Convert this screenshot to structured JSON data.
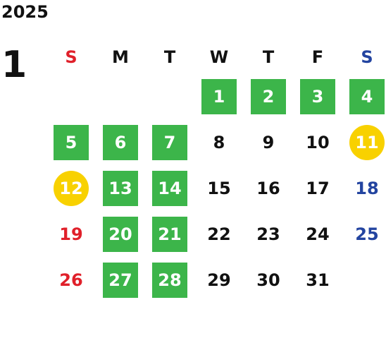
{
  "year": "2025",
  "month": "1",
  "colors": {
    "sunday": "#e0202a",
    "saturday": "#2344a0",
    "weekday": "#111111",
    "green_day_bg": "#3cb54a",
    "holiday_bg": "#f8d100",
    "marked_text": "#ffffff"
  },
  "weekdays": [
    {
      "label": "S",
      "kind": "sunday"
    },
    {
      "label": "M",
      "kind": "weekday"
    },
    {
      "label": "T",
      "kind": "weekday"
    },
    {
      "label": "W",
      "kind": "weekday"
    },
    {
      "label": "T",
      "kind": "weekday"
    },
    {
      "label": "F",
      "kind": "weekday"
    },
    {
      "label": "S",
      "kind": "saturday"
    }
  ],
  "weeks": [
    [
      {
        "n": "",
        "kind": "empty"
      },
      {
        "n": "",
        "kind": "empty"
      },
      {
        "n": "",
        "kind": "empty"
      },
      {
        "n": "1",
        "kind": "green"
      },
      {
        "n": "2",
        "kind": "green"
      },
      {
        "n": "3",
        "kind": "green"
      },
      {
        "n": "4",
        "kind": "green"
      }
    ],
    [
      {
        "n": "5",
        "kind": "green"
      },
      {
        "n": "6",
        "kind": "green"
      },
      {
        "n": "7",
        "kind": "green"
      },
      {
        "n": "8",
        "kind": "weekday"
      },
      {
        "n": "9",
        "kind": "weekday"
      },
      {
        "n": "10",
        "kind": "weekday"
      },
      {
        "n": "11",
        "kind": "yellow"
      }
    ],
    [
      {
        "n": "12",
        "kind": "yellow"
      },
      {
        "n": "13",
        "kind": "green"
      },
      {
        "n": "14",
        "kind": "green"
      },
      {
        "n": "15",
        "kind": "weekday"
      },
      {
        "n": "16",
        "kind": "weekday"
      },
      {
        "n": "17",
        "kind": "weekday"
      },
      {
        "n": "18",
        "kind": "saturday"
      }
    ],
    [
      {
        "n": "19",
        "kind": "sunday"
      },
      {
        "n": "20",
        "kind": "green"
      },
      {
        "n": "21",
        "kind": "green"
      },
      {
        "n": "22",
        "kind": "weekday"
      },
      {
        "n": "23",
        "kind": "weekday"
      },
      {
        "n": "24",
        "kind": "weekday"
      },
      {
        "n": "25",
        "kind": "saturday"
      }
    ],
    [
      {
        "n": "26",
        "kind": "sunday"
      },
      {
        "n": "27",
        "kind": "green"
      },
      {
        "n": "28",
        "kind": "green"
      },
      {
        "n": "29",
        "kind": "weekday"
      },
      {
        "n": "30",
        "kind": "weekday"
      },
      {
        "n": "31",
        "kind": "weekday"
      },
      {
        "n": "",
        "kind": "empty"
      }
    ]
  ]
}
